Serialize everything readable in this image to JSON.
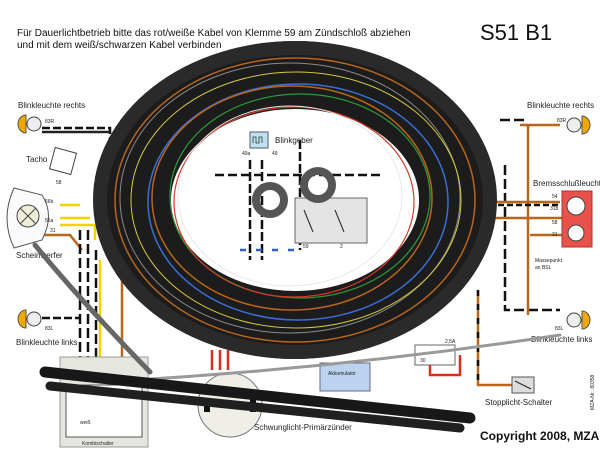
{
  "title": "S51 B1",
  "note": {
    "line1": "Für Dauerlichtbetrieb bitte das rot/weiße Kabel von Klemme 59 am Zündschloß abziehen",
    "line2": "und mit dem weiß/schwarzen Kabel verbinden"
  },
  "components": {
    "blink_right_left_side": "Blinkleuchte rechts",
    "blink_right_right_side": "Blinkleuchte rechts",
    "tacho": "Tacho",
    "scheinwerfer": "Scheinwerfer",
    "blink_left_left_side": "Blinkleuchte links",
    "blink_left_right_side": "Blinkleuchte links",
    "blinkgeber": "Blinkgeber",
    "bremsschluss": "Bremsschlußleuchte",
    "massepunkt1": "Massepunkt",
    "massepunkt2": "an BSL",
    "akkumulator": "Akkumulator",
    "stopplicht": "Stopplicht-Schalter",
    "zuender": "Schwunglicht-Primärzünder",
    "kombischalter": "Kombischalter"
  },
  "terminals": {
    "t83R_l": "83R",
    "t58_tacho": "58",
    "t56b": "56b",
    "t56a": "56a",
    "t31_sw": "31",
    "t83L_l": "83L",
    "t49a": "49a",
    "t49": "49",
    "t83R_r": "83R",
    "t54": "54",
    "t31b": "31b",
    "t58_r": "58",
    "t31_r": "31",
    "t83L_r": "83L",
    "t59": "59",
    "t2": "2",
    "t30": "30",
    "t25A": "2,5A",
    "weiss": "weiß"
  },
  "copyright": "Copyright 2008, MZA",
  "part_number": "MZA-Nr.: 80358",
  "colors": {
    "harness": "#1c1c1c",
    "brown": "#b8661c",
    "amber": "#f0a800",
    "lamp_red": "#e8524a",
    "blinkgeber": "#bfe3ee",
    "akku": "#bcd2ee"
  }
}
